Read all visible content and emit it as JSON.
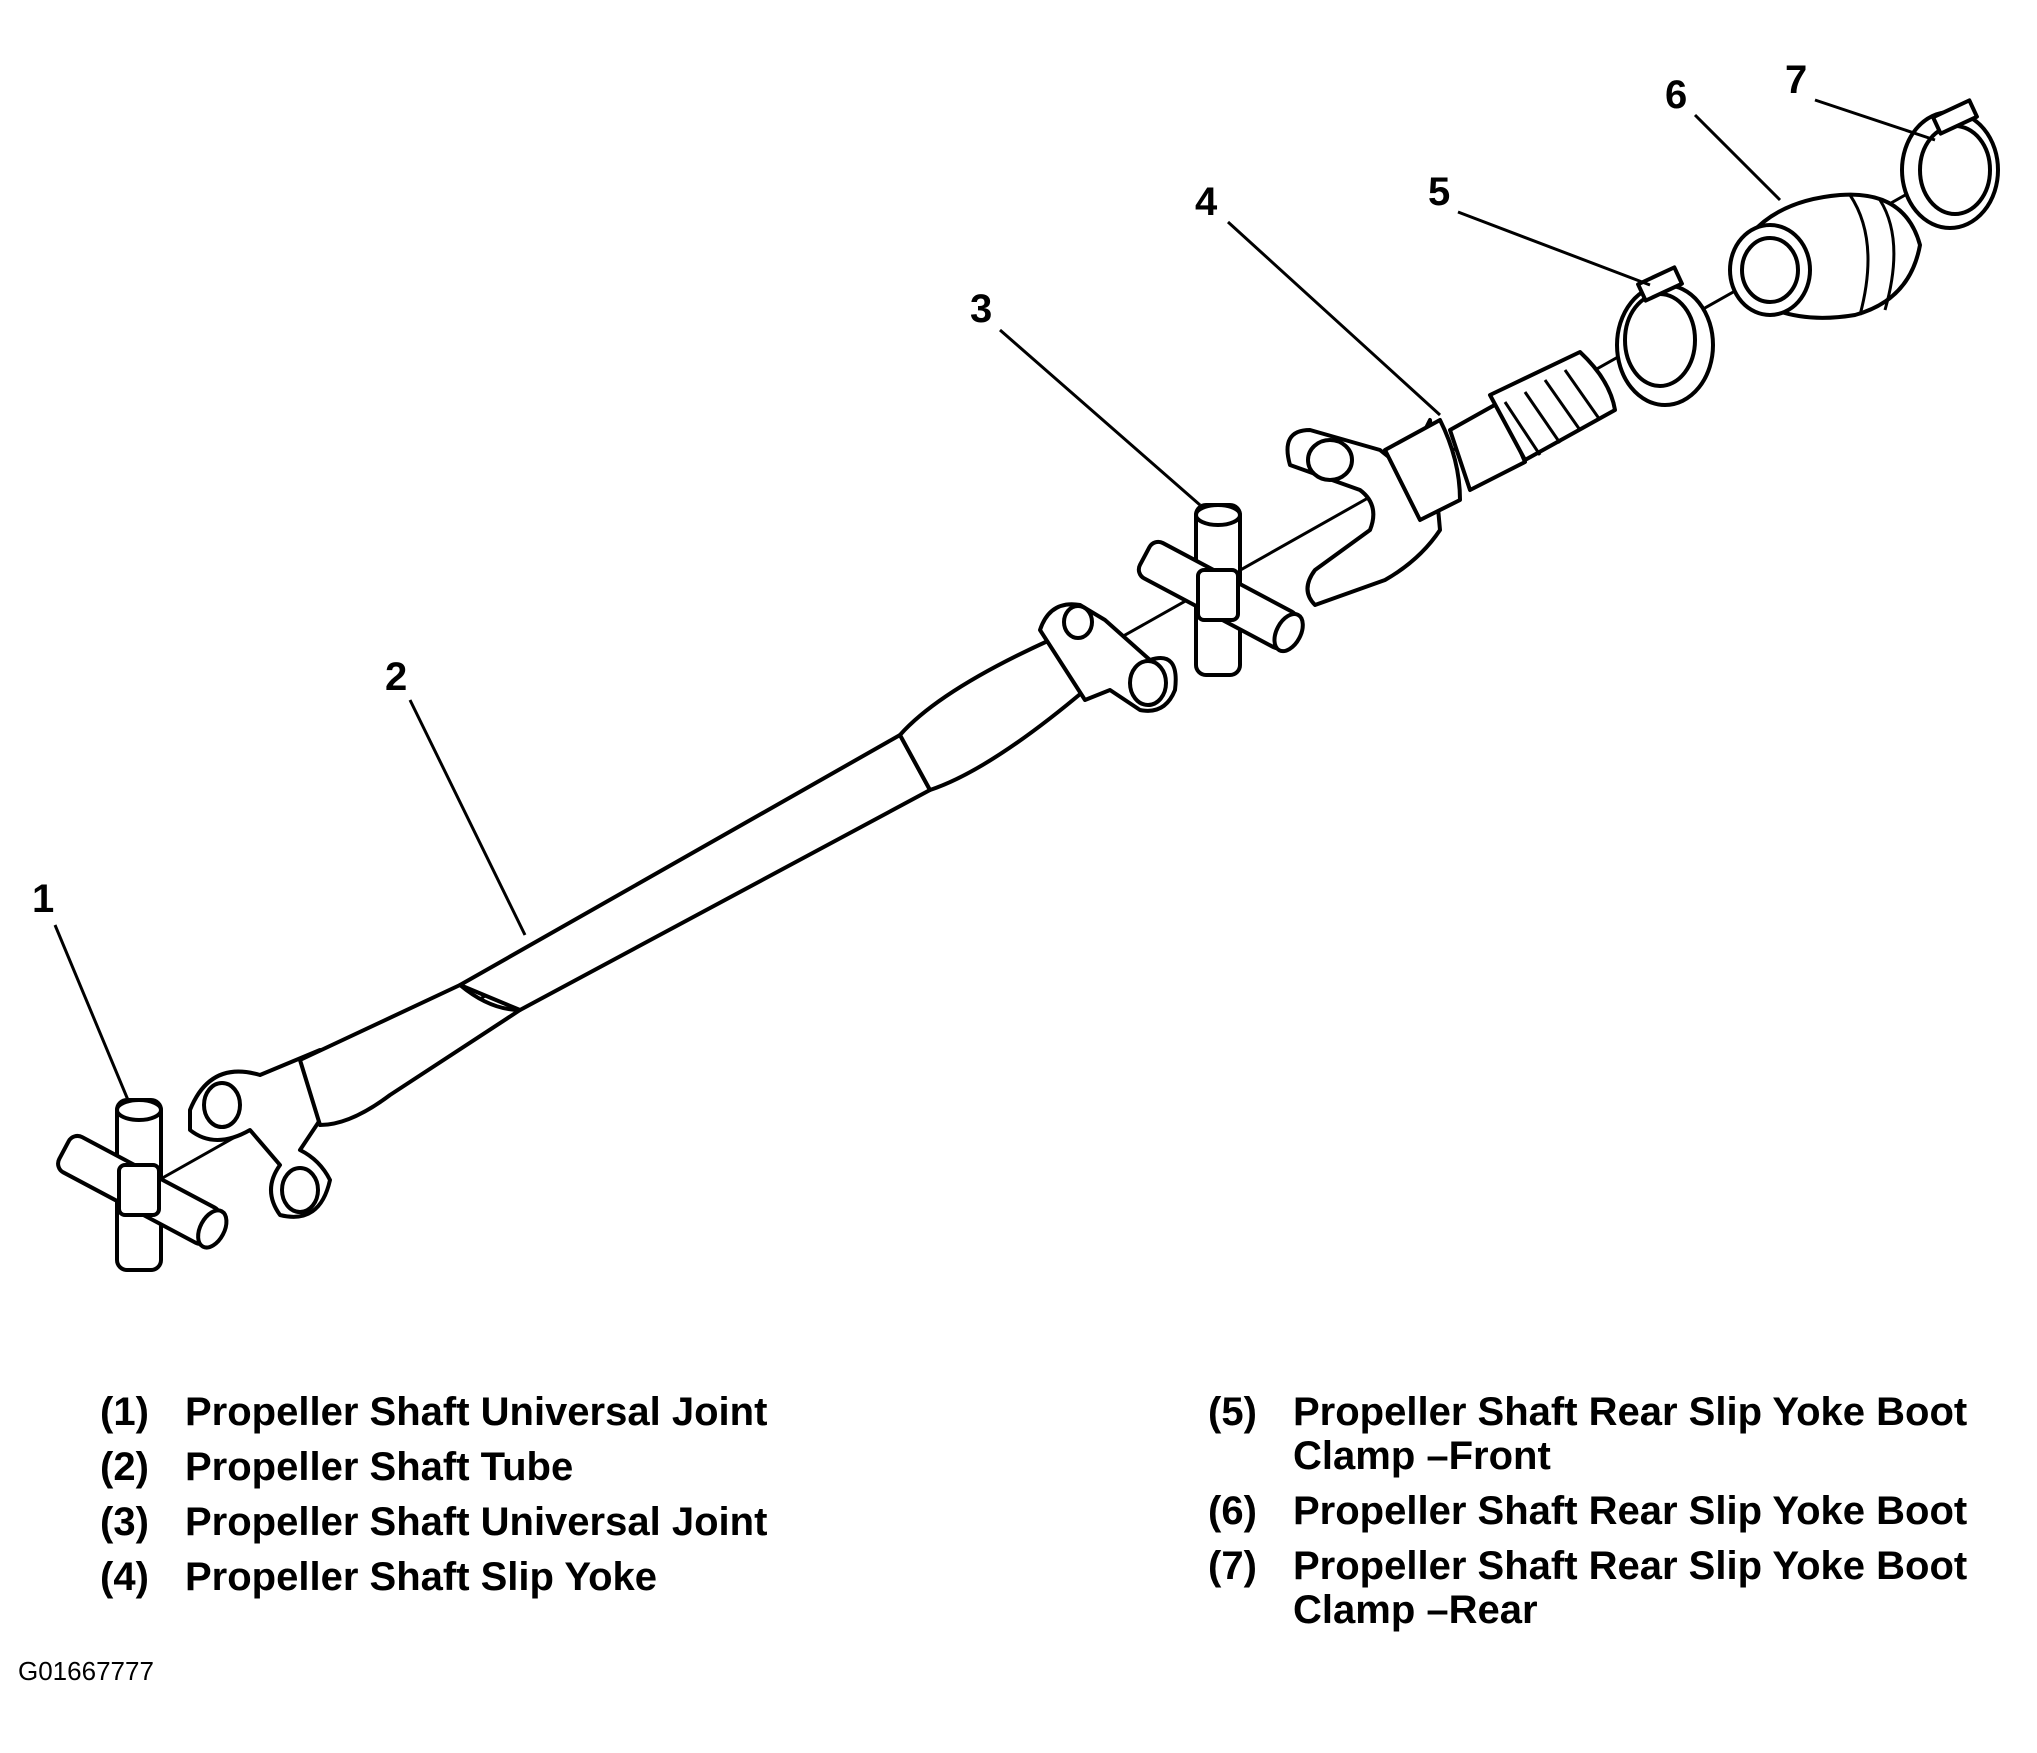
{
  "callouts": [
    "1",
    "2",
    "3",
    "4",
    "5",
    "6",
    "7"
  ],
  "legend": {
    "left": [
      {
        "num": "(1)",
        "text": "Propeller Shaft Universal Joint"
      },
      {
        "num": "(2)",
        "text": "Propeller Shaft Tube"
      },
      {
        "num": "(3)",
        "text": "Propeller Shaft Universal Joint"
      },
      {
        "num": "(4)",
        "text": "Propeller Shaft Slip Yoke"
      }
    ],
    "right": [
      {
        "num": "(5)",
        "text": "Propeller Shaft Rear Slip Yoke Boot Clamp –Front"
      },
      {
        "num": "(6)",
        "text": "Propeller Shaft Rear Slip Yoke Boot"
      },
      {
        "num": "(7)",
        "text": "Propeller Shaft Rear Slip Yoke Boot Clamp –Rear"
      }
    ]
  },
  "figure_id": "G01667777"
}
